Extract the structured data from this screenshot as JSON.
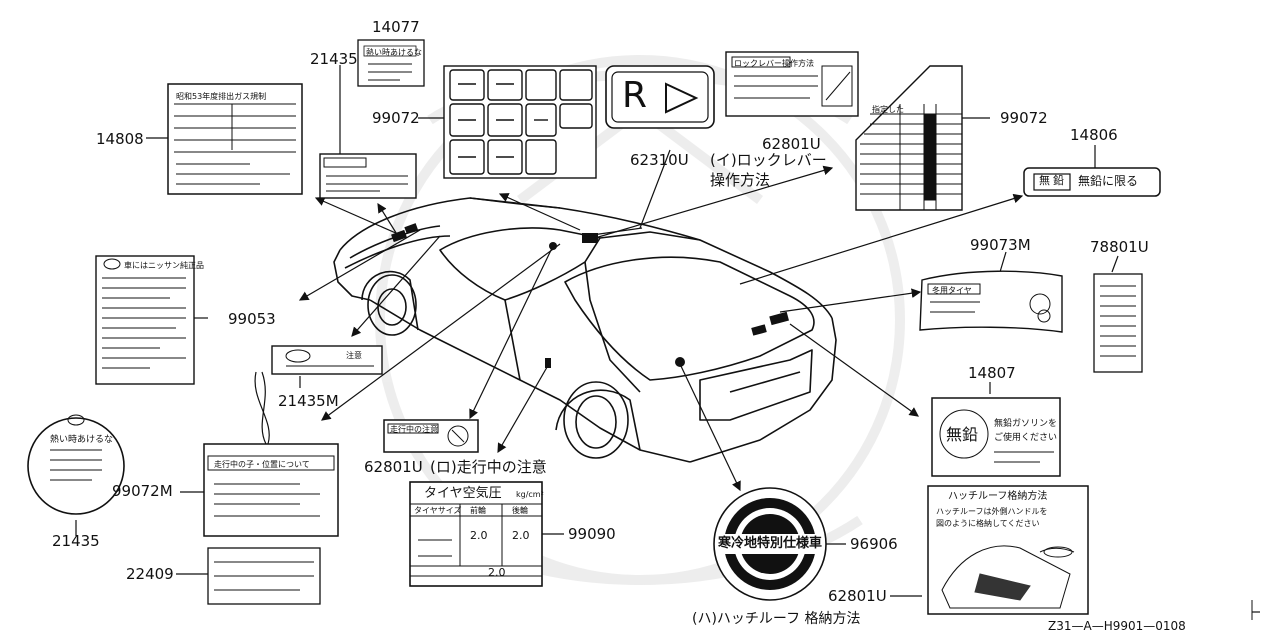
{
  "parts": [
    {
      "id": "p14077",
      "number": "14077"
    },
    {
      "id": "p21435a",
      "number": "21435"
    },
    {
      "id": "p14808",
      "number": "14808"
    },
    {
      "id": "p99072a",
      "number": "99072"
    },
    {
      "id": "p62801a",
      "number": "62801U"
    },
    {
      "id": "p99072b",
      "number": "99072"
    },
    {
      "id": "p14806",
      "number": "14806"
    },
    {
      "id": "p62310",
      "number": "62310U"
    },
    {
      "id": "p99073",
      "number": "99073M"
    },
    {
      "id": "p78801",
      "number": "78801U"
    },
    {
      "id": "p99053",
      "number": "99053"
    },
    {
      "id": "p21435m",
      "number": "21435M"
    },
    {
      "id": "p14807",
      "number": "14807"
    },
    {
      "id": "p99072m",
      "number": "99072M"
    },
    {
      "id": "p21435b",
      "number": "21435"
    },
    {
      "id": "p62801b",
      "number": "62801U"
    },
    {
      "id": "p99090",
      "number": "99090"
    },
    {
      "id": "p96906",
      "number": "96906"
    },
    {
      "id": "p22409",
      "number": "22409"
    },
    {
      "id": "p62801c",
      "number": "62801U"
    }
  ],
  "captions": {
    "lock_lever_line1": "(イ)ロックレバー",
    "lock_lever_line2": "操作方法",
    "running_caution": "(ロ)走行中の注意",
    "hatch_roof": "(ハ)ハッチルーフ 格納方法"
  },
  "labels": {
    "fuel_short": "無鉛に限る",
    "fuel_box1": "無",
    "fuel_box2": "鉛",
    "unleaded_big": "無鉛",
    "unleaded_text1": "無鉛ガソリンを",
    "unleaded_text2": "ご使用ください",
    "tire_title": "タイヤ空気圧",
    "tire_unit": "kg/cm²",
    "tire_col1": "タイヤサイズ",
    "tire_col2": "前輪",
    "tire_col3": "後輪",
    "tire_front": "2.0",
    "tire_rear": "2.0",
    "tire_spare": "2.0",
    "cold_region": "寒冷地特別仕様車",
    "hatch_title": "ハッチルーフ格納方法",
    "hatch_text1": "ハッチルーフは外側ハンドルを",
    "hatch_text2": "図のように格納してください",
    "running_top": "走行中の子・位置について",
    "gear_r": "R",
    "caution_small": "注意",
    "hot_warn": "熱い時あけるな",
    "emission_title": "昭和53年度排出ガス規制",
    "nissan_title": "車にはニッサン純正品",
    "running_label": "走行中の注意",
    "lock_title": "ロックレバー操作方法",
    "winter_title": "冬用タイヤ",
    "tire_size": "指定した"
  },
  "footer": {
    "code": "Z31—A—H9901—0108"
  },
  "colors": {
    "ink": "#111111",
    "watermark": "#ececec"
  }
}
